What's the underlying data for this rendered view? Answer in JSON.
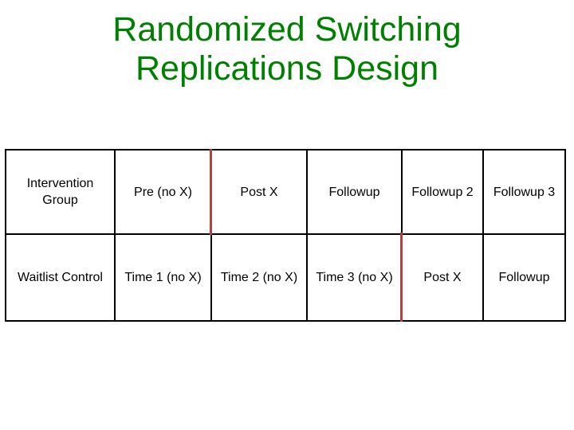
{
  "slide": {
    "background_color": "#ffffff",
    "title": {
      "lines": [
        "Randomized Switching",
        "Replications Design"
      ],
      "color": "#008000"
    },
    "table": {
      "border_color": "#000000",
      "rows": [
        {
          "name": "intervention-group",
          "cells": [
            "Intervention Group",
            "Pre (no X)",
            "Post X",
            "Followup",
            "Followup 2",
            "Followup 3"
          ]
        },
        {
          "name": "waitlist-control",
          "cells": [
            "Waitlist Control",
            "Time 1 (no X)",
            "Time 2 (no X)",
            "Time 3 (no X)",
            "Post X",
            "Followup"
          ]
        }
      ],
      "switch_marker_color": "#b5403e",
      "switch_markers": [
        {
          "row": 1,
          "after_column": 2
        },
        {
          "row": 2,
          "after_column": 4
        }
      ]
    }
  }
}
